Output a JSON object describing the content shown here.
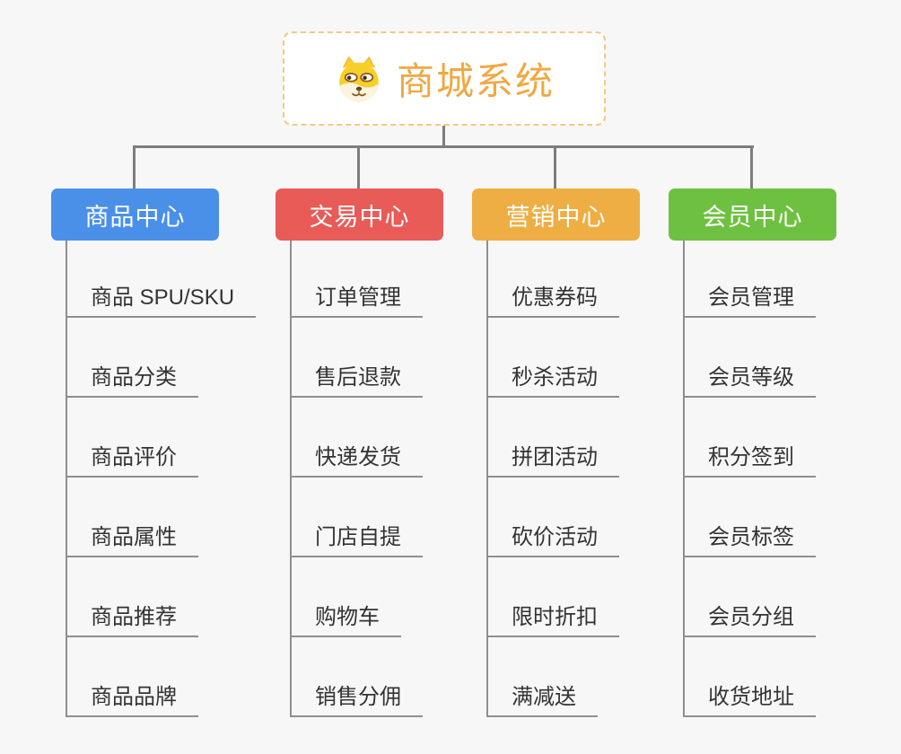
{
  "root": {
    "title": "商城系统",
    "icon": "dog-face-icon",
    "accent_color": "#F0A843",
    "border_color": "#F6C87E"
  },
  "colors": {
    "background": "#F7F7F7",
    "connector": "#7D7D7D",
    "branch_line": "#8F8F8F",
    "child_text": "#333333"
  },
  "branches": [
    {
      "label": "商品中心",
      "color": "#4A90E8",
      "children": [
        "商品 SPU/SKU",
        "商品分类",
        "商品评价",
        "商品属性",
        "商品推荐",
        "商品品牌"
      ]
    },
    {
      "label": "交易中心",
      "color": "#E85B57",
      "children": [
        "订单管理",
        "售后退款",
        "快递发货",
        "门店自提",
        "购物车",
        "销售分佣"
      ]
    },
    {
      "label": "营销中心",
      "color": "#EFAE43",
      "children": [
        "优惠券码",
        "秒杀活动",
        "拼团活动",
        "砍价活动",
        "限时折扣",
        "满减送"
      ]
    },
    {
      "label": "会员中心",
      "color": "#6EC140",
      "children": [
        "会员管理",
        "会员等级",
        "积分签到",
        "会员标签",
        "会员分组",
        "收货地址"
      ]
    }
  ]
}
